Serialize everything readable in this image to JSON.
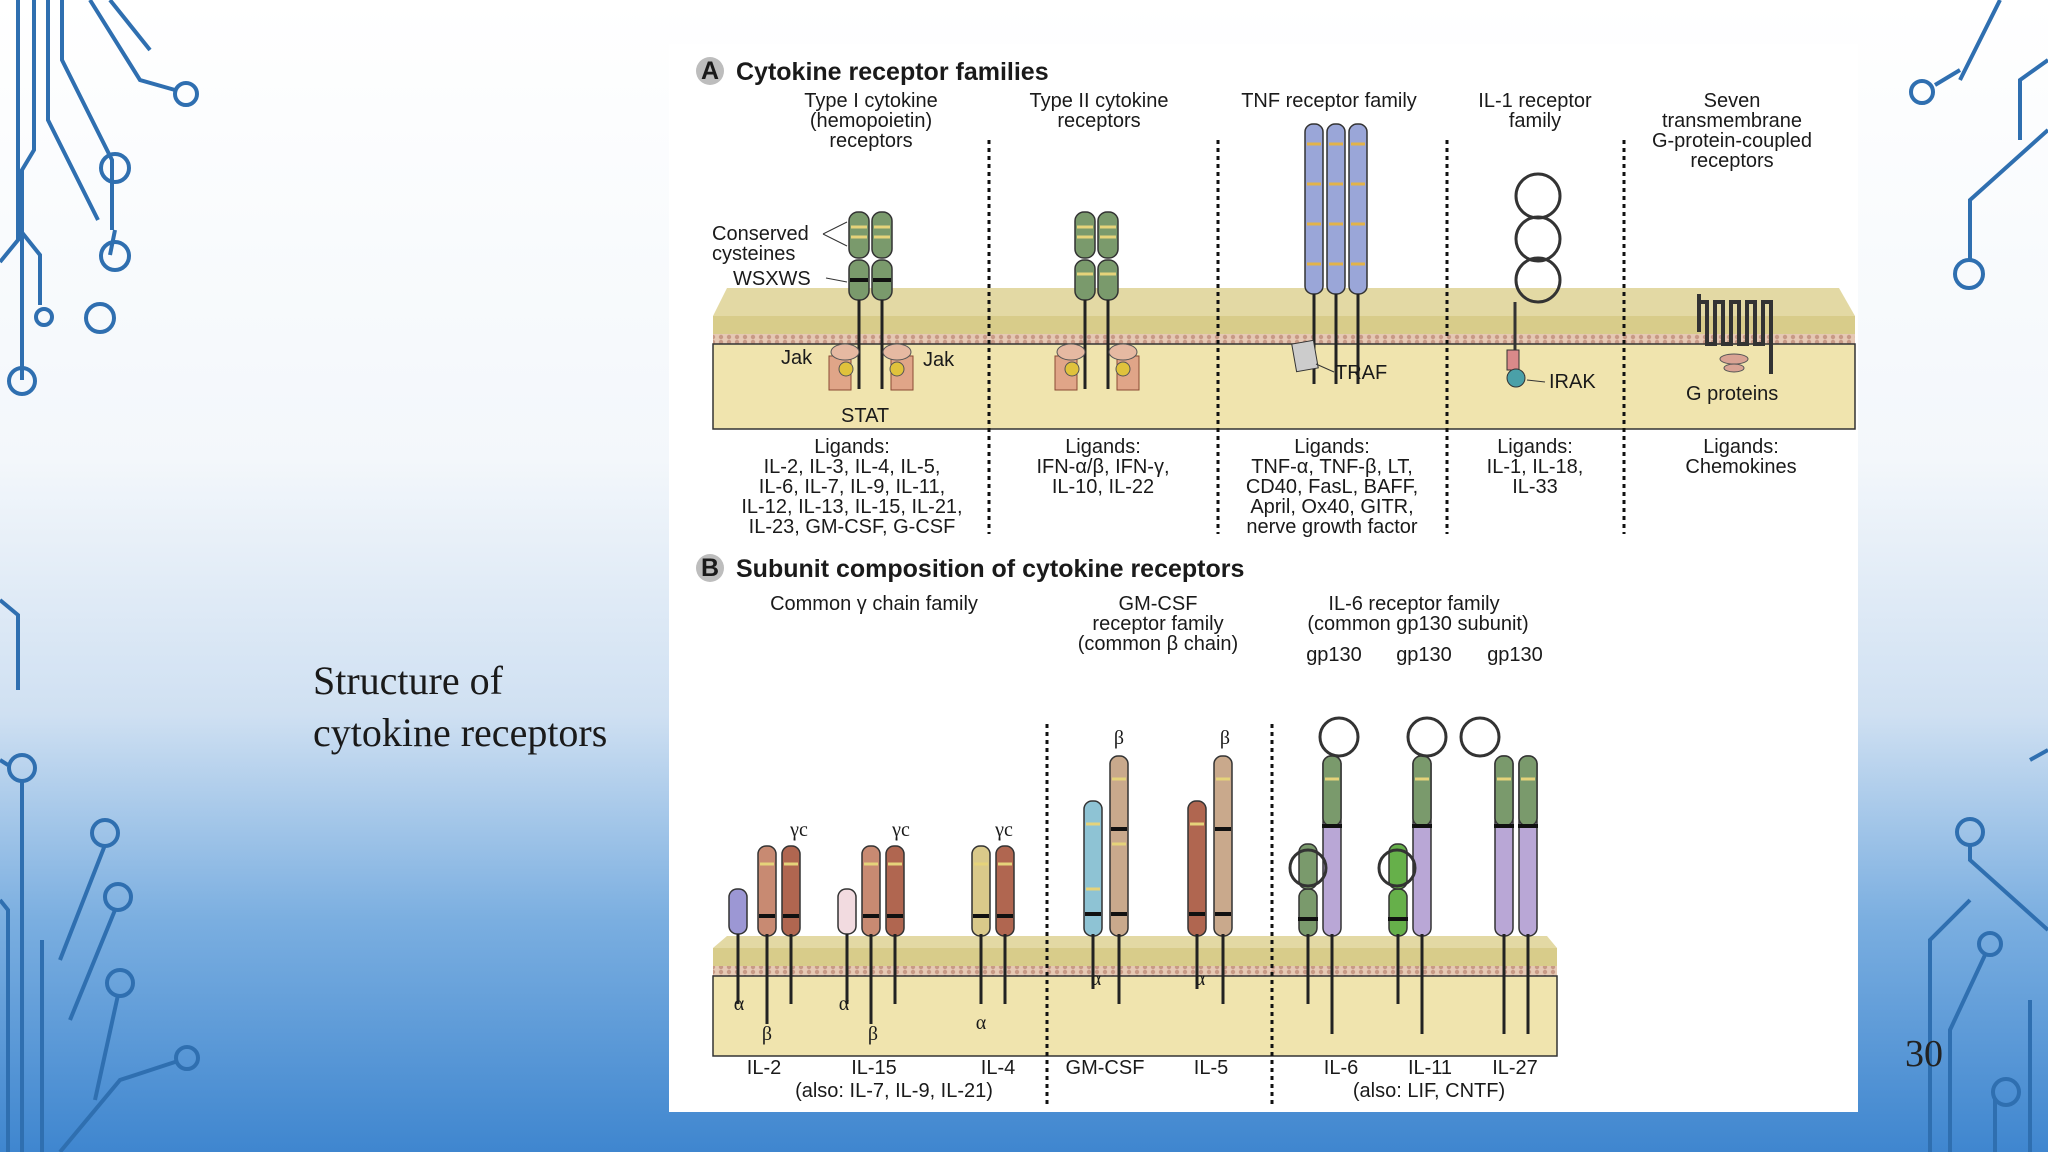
{
  "slide": {
    "caption_line1": "Structure of",
    "caption_line2": "cytokine receptors",
    "page_number": "30"
  },
  "figure": {
    "panel_a": {
      "letter": "A",
      "title": "Cytokine receptor families",
      "families": [
        {
          "name_lines": [
            "Type I cytokine",
            "(hemopoietin)",
            "receptors"
          ],
          "ligand_lines": [
            "Ligands:",
            "IL-2, IL-3, IL-4, IL-5,",
            "IL-6, IL-7, IL-9, IL-11,",
            "IL-12, IL-13, IL-15, IL-21,",
            "IL-23, GM-CSF, G-CSF"
          ]
        },
        {
          "name_lines": [
            "Type II cytokine",
            "receptors"
          ],
          "ligand_lines": [
            "Ligands:",
            "IFN-α/β, IFN-γ,",
            "IL-10, IL-22"
          ]
        },
        {
          "name_lines": [
            "TNF receptor family"
          ],
          "ligand_lines": [
            "Ligands:",
            "TNF-α, TNF-β, LT,",
            "CD40, FasL, BAFF,",
            "April, Ox40, GITR,",
            "nerve growth factor"
          ]
        },
        {
          "name_lines": [
            "IL-1 receptor",
            "family"
          ],
          "ligand_lines": [
            "Ligands:",
            "IL-1, IL-18,",
            "IL-33"
          ]
        },
        {
          "name_lines": [
            "Seven",
            "transmembrane",
            "G-protein-coupled",
            "receptors"
          ],
          "ligand_lines": [
            "Ligands:",
            "Chemokines"
          ]
        }
      ],
      "labels": {
        "conserved_1": "Conserved",
        "conserved_2": "cysteines",
        "wsxws": "WSXWS",
        "jak_left": "Jak",
        "jak_right": "Jak",
        "stat": "STAT",
        "traf": "TRAF",
        "irak": "IRAK",
        "g_proteins": "G proteins"
      }
    },
    "panel_b": {
      "letter": "B",
      "title": "Subunit composition of cytokine receptors",
      "groups": [
        {
          "name_lines": [
            "Common γ chain family"
          ]
        },
        {
          "name_lines": [
            "GM-CSF",
            "receptor family",
            "(common β chain)"
          ]
        },
        {
          "name_lines": [
            "IL-6  receptor family",
            "(common gp130 subunit)"
          ]
        }
      ],
      "gp130_labels": [
        "gp130",
        "gp130",
        "gp130"
      ],
      "chain_labels": {
        "alpha": "α",
        "beta": "β",
        "gamma_c": "γc"
      },
      "receptors": [
        "IL-2",
        "IL-15",
        "IL-4",
        "GM-CSF",
        "IL-5",
        "IL-6",
        "IL-11",
        "IL-27"
      ],
      "footnotes": [
        "(also: IL-7, IL-9, IL-21)",
        "(also: LIF, CNTF)"
      ]
    },
    "colors": {
      "membrane": "#c9b96a",
      "cytoplasm": "#efe3ab",
      "receptor_green": "#7a9a6c",
      "receptor_blue": "#9aa6d8",
      "receptor_purple": "#b9a7d6",
      "receptor_red": "#b06650",
      "receptor_tan": "#d9c98a",
      "receptor_cyan": "#8ec3d4"
    }
  }
}
